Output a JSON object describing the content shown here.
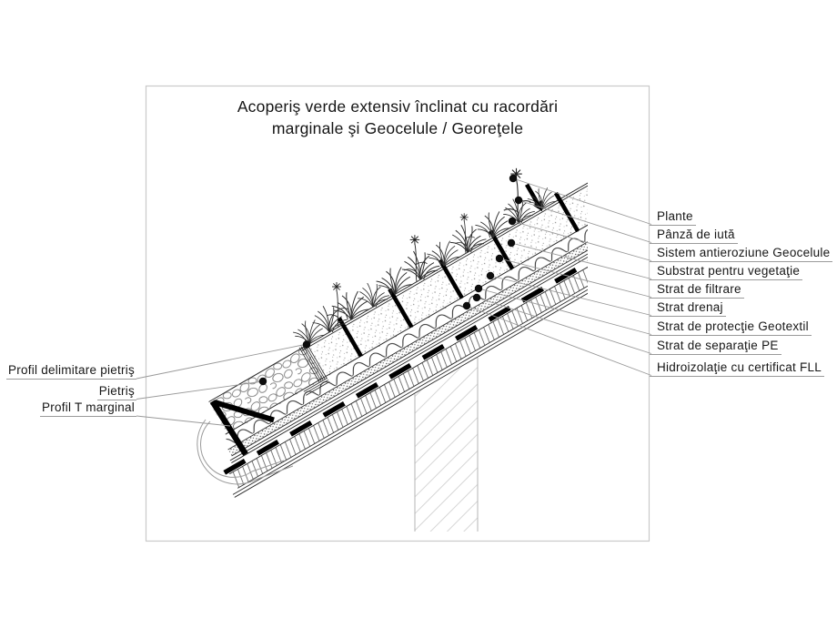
{
  "title": {
    "line1": "Acoperiş verde extensiv înclinat cu racordări",
    "line2": "marginale şi Geocelule / Georeţele"
  },
  "right_labels": [
    "Plante",
    "Pânză de iută",
    "Sistem antieroziune Geocelule",
    "Substrat pentru vegetaţie",
    "Strat de filtrare",
    "Strat drenaj",
    "Strat de protecţie Geotextil",
    "Strat de separaţie PE",
    "Hidroizolaţie cu certificat FLL"
  ],
  "left_labels": [
    "Profil delimitare pietriş",
    "Pietriş",
    "Profil T marginal"
  ],
  "colors": {
    "line": "#1a1a1a",
    "leader": "#9a9a9a",
    "frame": "#c9c9c9",
    "wall_line": "#b5b5b5"
  }
}
